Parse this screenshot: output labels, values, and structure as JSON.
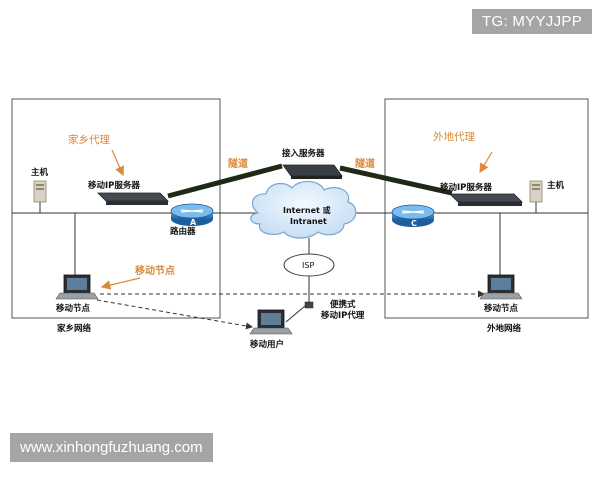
{
  "watermarks": {
    "top": "TG: MYYJJPP",
    "bottom": "www.xinhongfuzhuang.com"
  },
  "labels": {
    "home_network": "家乡网络",
    "foreign_network": "外地网络",
    "home_agent": "家乡代理",
    "foreign_agent": "外地代理",
    "home_host": "主机",
    "foreign_host": "主机",
    "home_ip_server": "移动IP服务器",
    "foreign_ip_server": "移动IP服务器",
    "access_server": "接入服务器",
    "tunnel_left": "隧道",
    "tunnel_right": "隧道",
    "router": "路由器",
    "router_a": "A",
    "router_c": "C",
    "cloud_line1": "Internet 或",
    "cloud_line2": "Intranet",
    "isp": "ISP",
    "mobile_node_home": "移动节点",
    "mobile_node_label_home": "移动节点",
    "mobile_node_foreign": "移动节点",
    "mobile_user": "移动用户",
    "portable_proxy_line1": "便携式",
    "portable_proxy_line2": "移动IP代理"
  },
  "colors": {
    "accent_orange": "#d98a3c",
    "tunnel": "#1f2a14",
    "router": "#2f7fc2",
    "box_border": "#555555"
  }
}
